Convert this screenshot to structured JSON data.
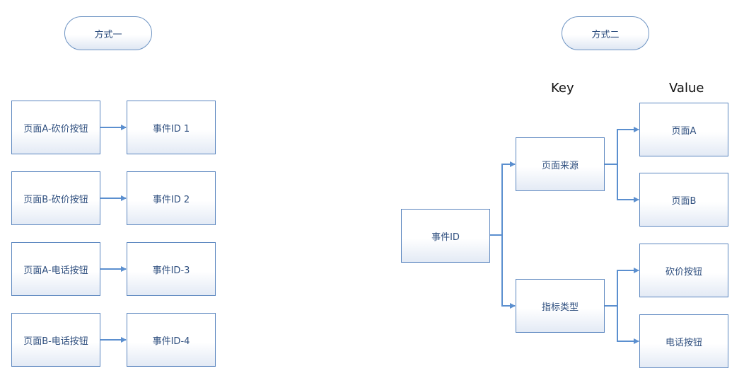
{
  "left_panel": {
    "title": "方式一",
    "rows": [
      {
        "source": "页面A-砍价按钮",
        "target": "事件ID 1"
      },
      {
        "source": "页面B-砍价按钮",
        "target": "事件ID 2"
      },
      {
        "source": "页面A-电话按钮",
        "target": "事件ID-3"
      },
      {
        "source": "页面B-电话按钮",
        "target": "事件ID-4"
      }
    ]
  },
  "right_panel": {
    "title": "方式二",
    "key_label": "Key",
    "value_label": "Value",
    "root": "事件ID",
    "keys": [
      {
        "label": "页面来源",
        "values": [
          "页面A",
          "页面B"
        ]
      },
      {
        "label": "指标类型",
        "values": [
          "砍价按钮",
          "电话按钮"
        ]
      }
    ]
  },
  "colors": {
    "border": "#5b86bf",
    "connector": "#5b8fcf",
    "text": "#2f4f7f"
  }
}
